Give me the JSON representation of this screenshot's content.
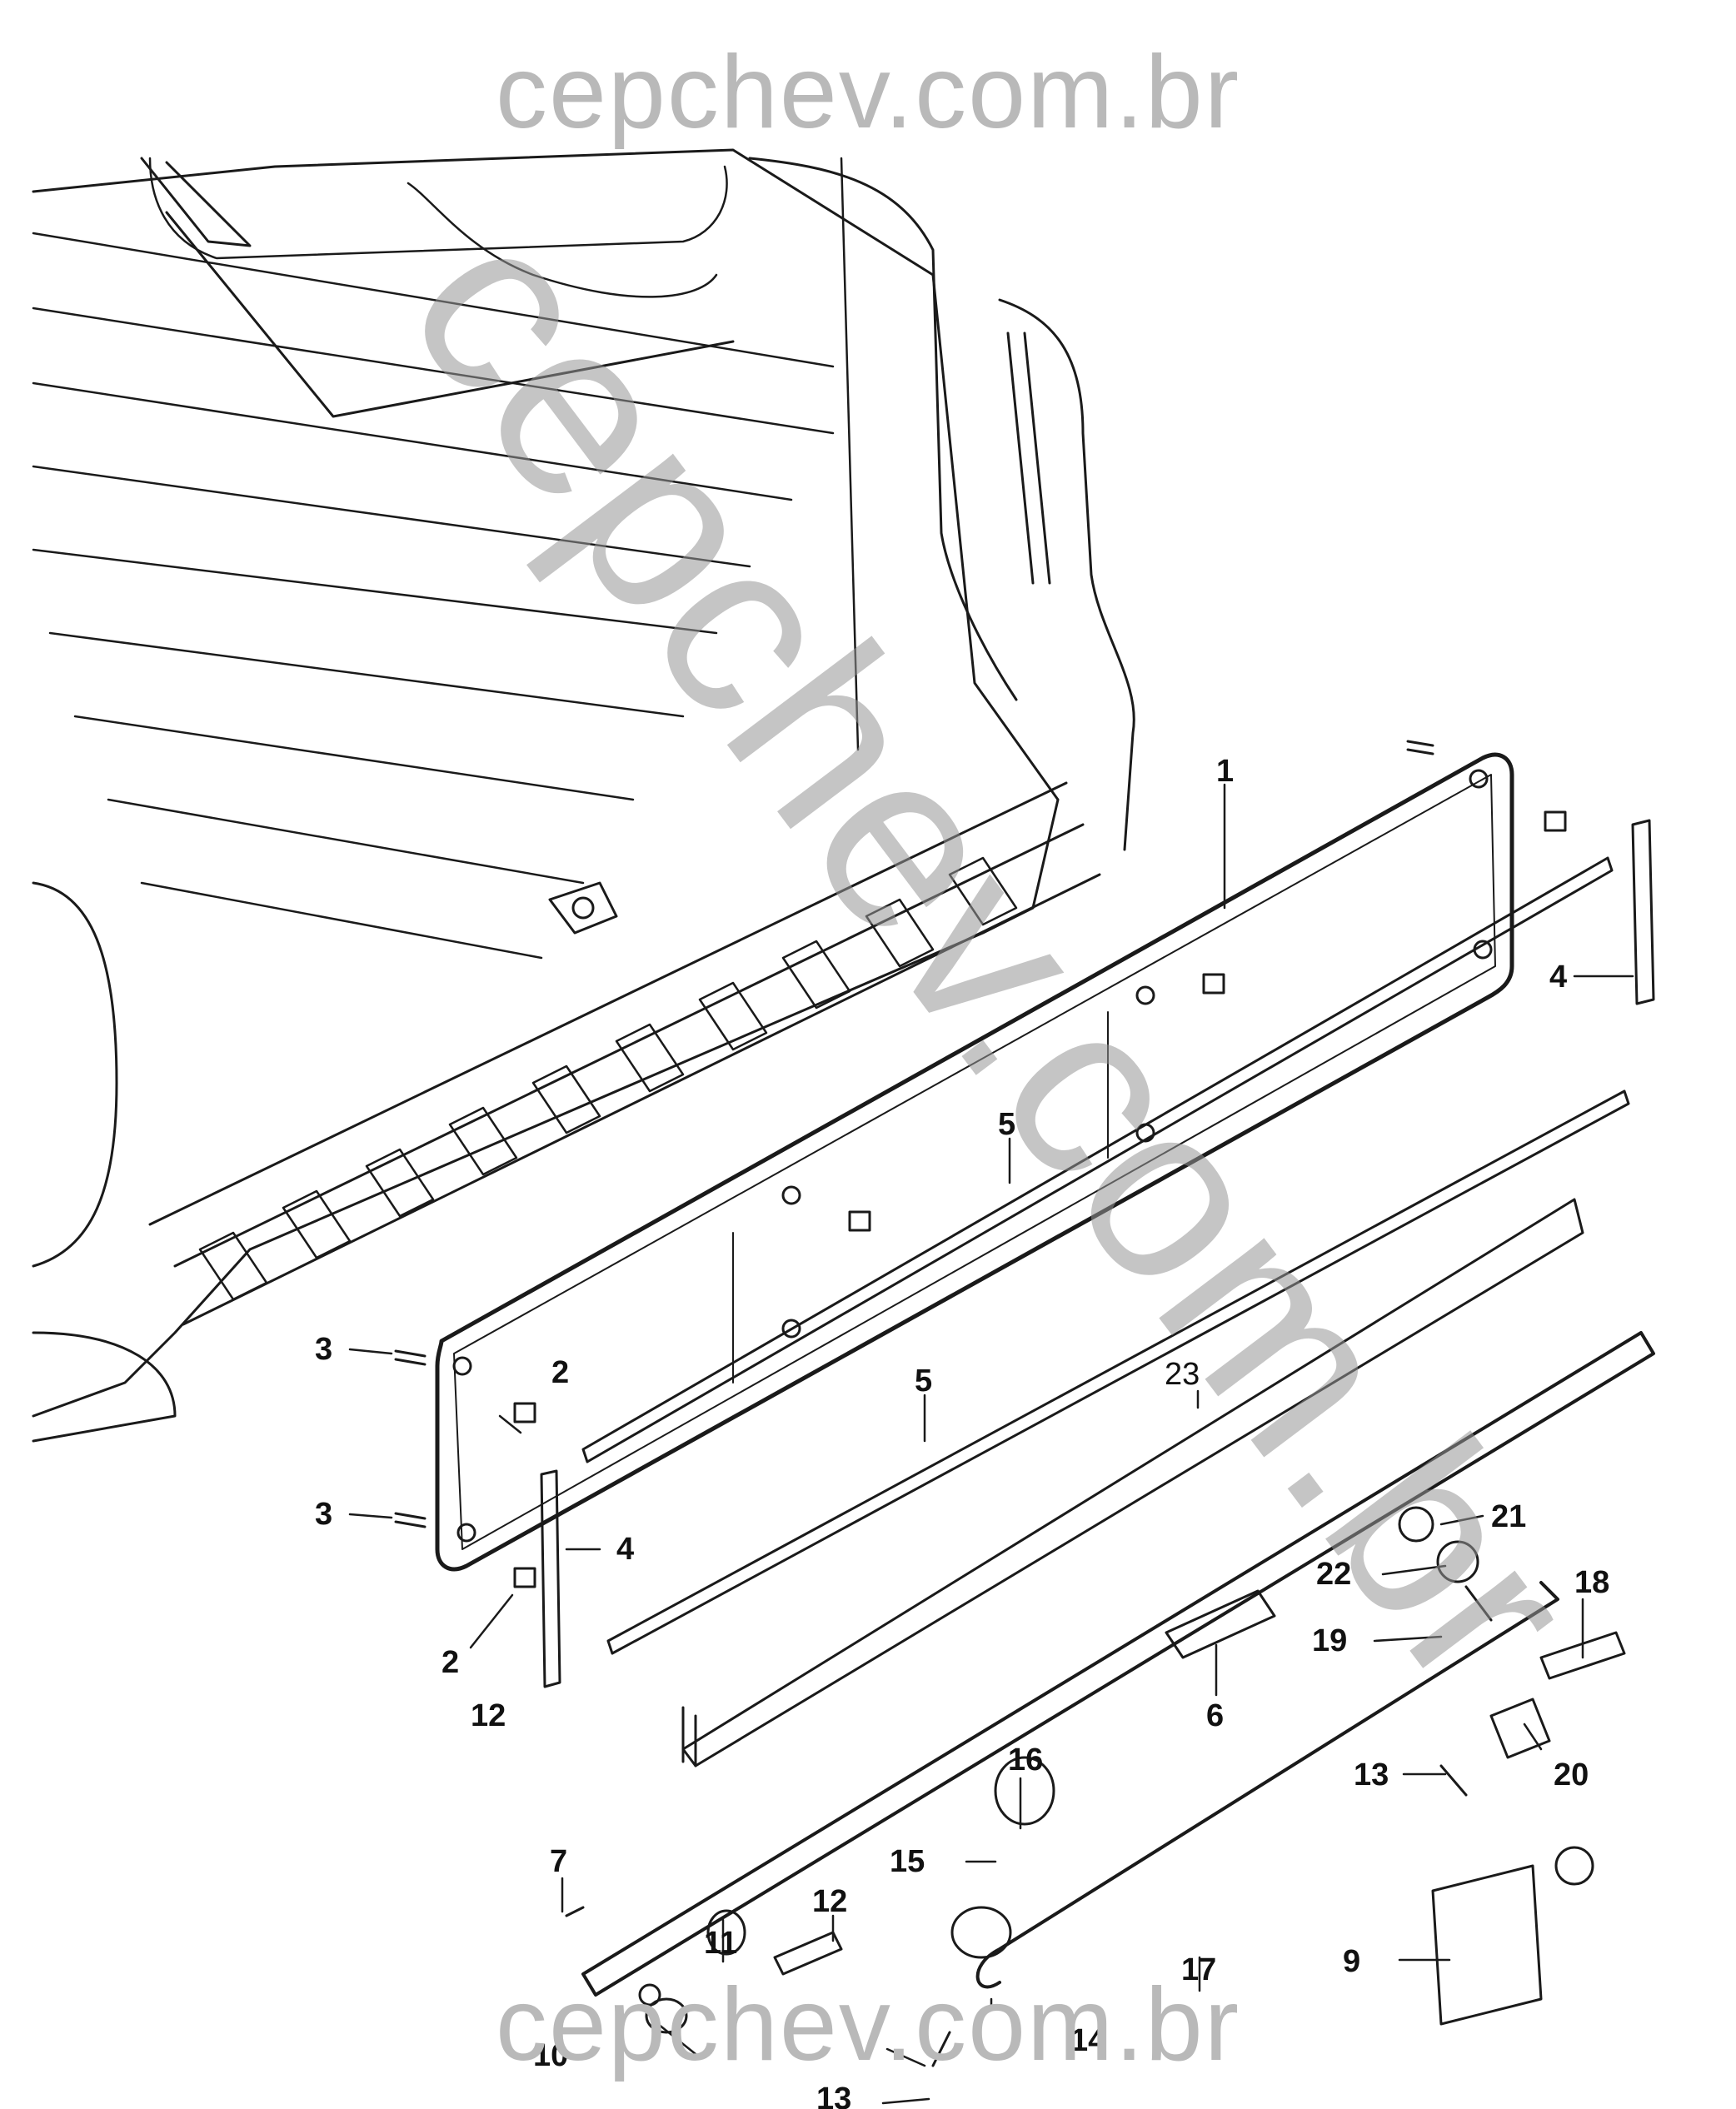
{
  "watermark": {
    "top": "cepchev.com.br",
    "bottom": "cepchev.com.br",
    "diagonal": "cepchev.com.br"
  },
  "callouts": {
    "c1": "1",
    "c2a": "2",
    "c2b": "2",
    "c3a": "3",
    "c3b": "3",
    "c4a": "4",
    "c4b": "4",
    "c5a": "5",
    "c5b": "5",
    "c6": "6",
    "c7": "7",
    "c9": "9",
    "c10": "10",
    "c11": "11",
    "c12a": "12",
    "c12b": "12",
    "c13a": "13",
    "c13b": "13",
    "c14": "14",
    "c15": "15",
    "c16": "16",
    "c17": "17",
    "c18": "18",
    "c19": "19",
    "c20": "20",
    "c21": "21",
    "c22": "22",
    "c23": "23"
  },
  "colors": {
    "line": "#1a1a1a",
    "watermark": "#b9b9b9",
    "background": "#ffffff"
  }
}
